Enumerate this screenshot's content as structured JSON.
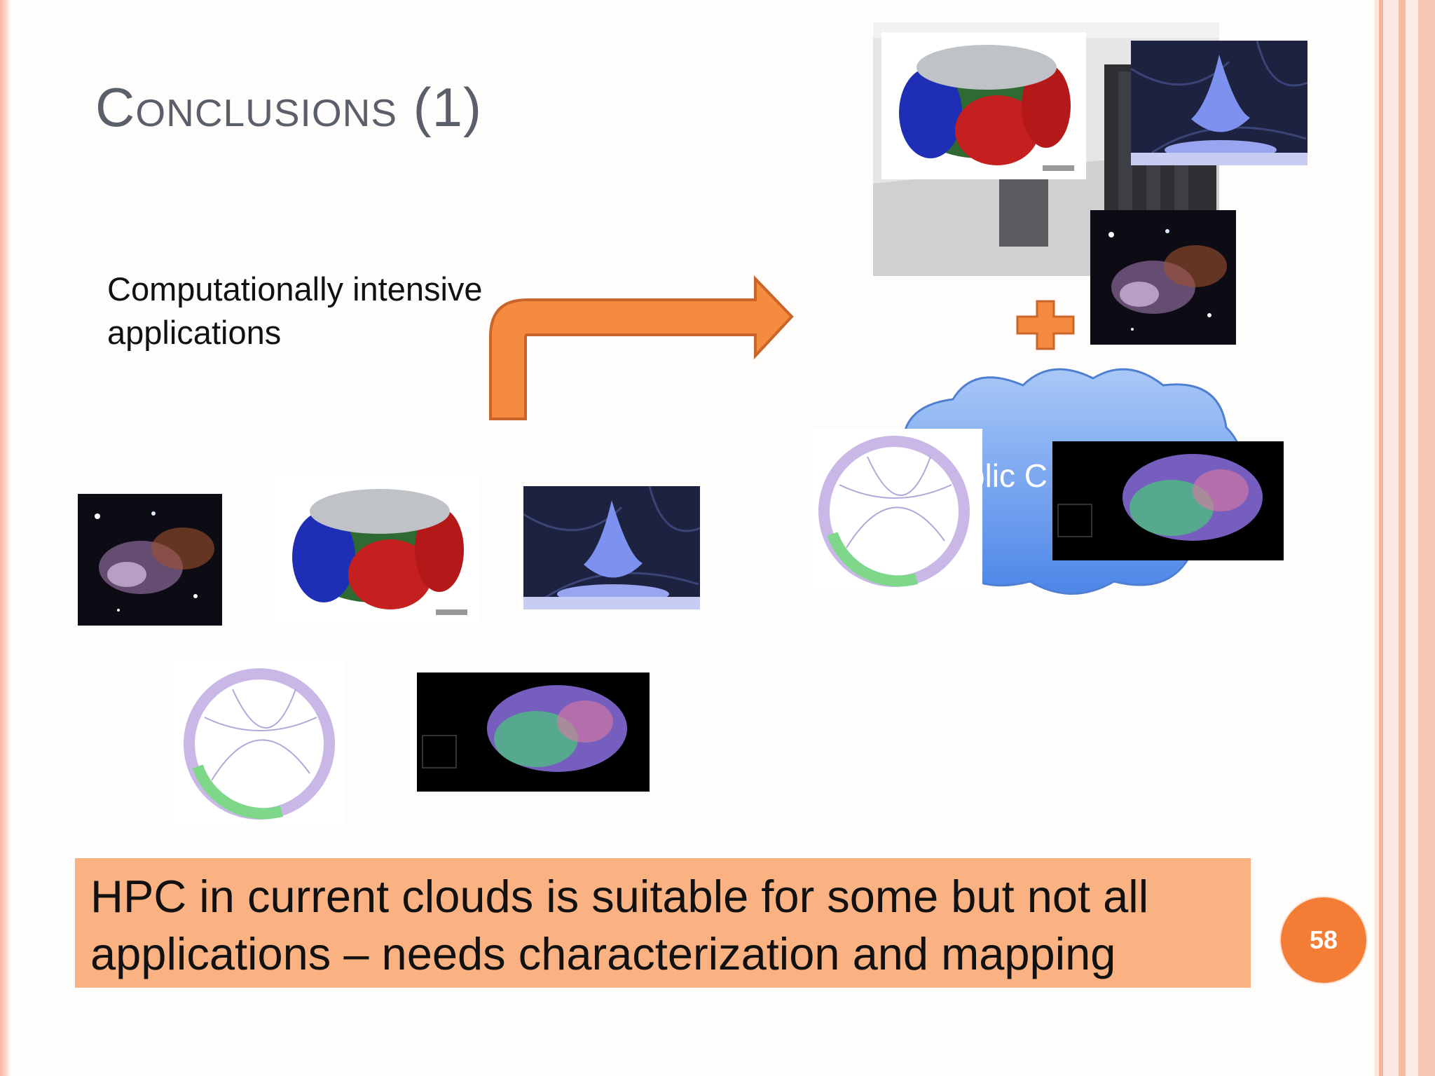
{
  "slide": {
    "title": "Conclusions (1)",
    "applications_text": "Computationally intensive applications",
    "cloud_label": "blic C",
    "conclusion": "HPC in current clouds is suitable for some but not all applications – needs characterization and mapping",
    "page_number": "58"
  },
  "colors": {
    "title": "#5b5f69",
    "arrow_fill": "#f58b3f",
    "arrow_stroke": "#c9652b",
    "cloud_fill": "#6d9df0",
    "conclusion_box": "#fbb283",
    "page_badge": "#f37d34",
    "border_salmon": "#f4b39a"
  },
  "icons": {
    "arrow": "bent-arrow-icon",
    "plus": "plus-icon",
    "cloud": "cloud-icon"
  }
}
